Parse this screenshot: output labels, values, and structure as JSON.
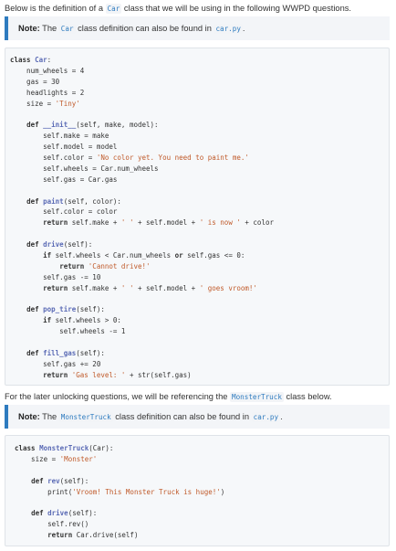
{
  "intro": {
    "before": "Below is the definition of a ",
    "code": "Car",
    "after": " class that we will be using in the following WWPD questions."
  },
  "note1": {
    "label": "Note:",
    "before": " The ",
    "code1": "Car",
    "middle": " class definition can also be found in ",
    "code2": "car.py",
    "after": "."
  },
  "code1": {
    "lines": [
      "class Car:",
      "    num_wheels = 4",
      "    gas = 30",
      "    headlights = 2",
      "    size = 'Tiny'",
      "",
      "    def __init__(self, make, model):",
      "        self.make = make",
      "        self.model = model",
      "        self.color = 'No color yet. You need to paint me.'",
      "        self.wheels = Car.num_wheels",
      "        self.gas = Car.gas",
      "",
      "    def paint(self, color):",
      "        self.color = color",
      "        return self.make + ' ' + self.model + ' is now ' + color",
      "",
      "    def drive(self):",
      "        if self.wheels < Car.num_wheels or self.gas <= 0:",
      "            return 'Cannot drive!'",
      "        self.gas -= 10",
      "        return self.make + ' ' + self.model + ' goes vroom!'",
      "",
      "    def pop_tire(self):",
      "        if self.wheels > 0:",
      "            self.wheels -= 1",
      "",
      "    def fill_gas(self):",
      "        self.gas += 20",
      "        return 'Gas level: ' + str(self.gas)"
    ]
  },
  "middle": {
    "before": "For the later unlocking questions, we will be referencing the ",
    "code": "MonsterTruck",
    "after": " class below."
  },
  "note2": {
    "label": "Note:",
    "before": " The ",
    "code1": "MonsterTruck",
    "middle": " class definition can also be found in ",
    "code2": "car.py",
    "after": "."
  },
  "code2": {
    "lines": [
      "class MonsterTruck(Car):",
      "    size = 'Monster'",
      "",
      "    def rev(self):",
      "        print('Vroom! This Monster Truck is huge!')",
      "",
      "    def drive(self):",
      "        self.rev()",
      "        return Car.drive(self)"
    ]
  }
}
